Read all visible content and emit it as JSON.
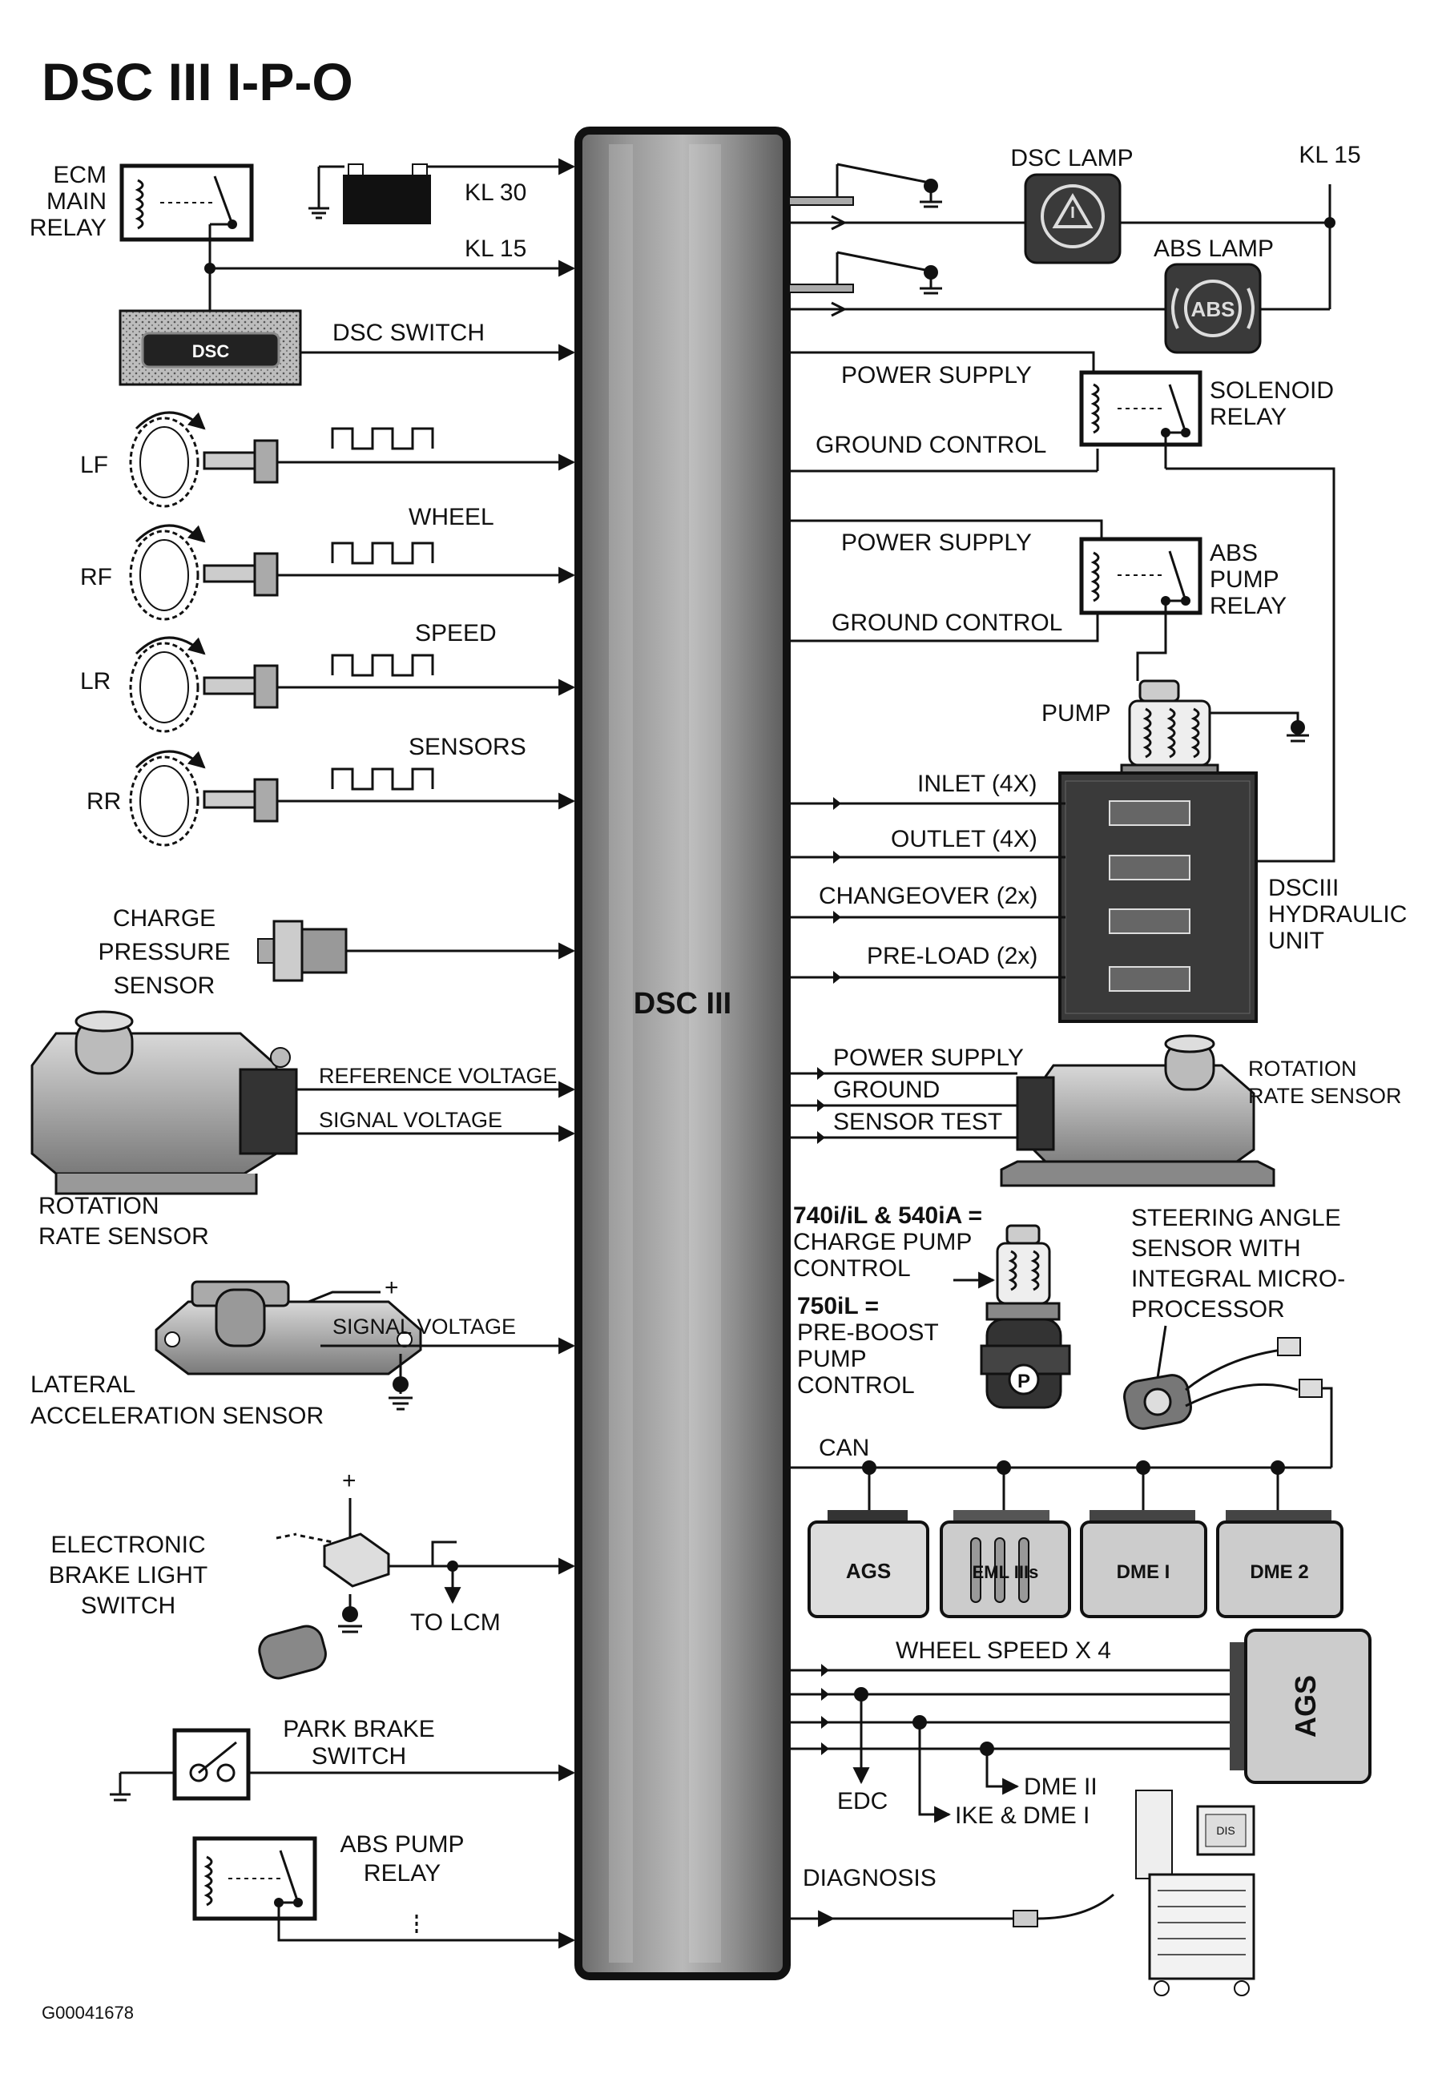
{
  "title": "DSC III I-P-O",
  "module": "DSC III",
  "figure_id": "G00041678",
  "inputs": {
    "ecm_main_relay": "ECM MAIN RELAY",
    "ecm_line1": "ECM",
    "ecm_line2": "MAIN",
    "ecm_line3": "RELAY",
    "kl30": "KL 30",
    "kl15": "KL 15",
    "dsc_switch": "DSC SWITCH",
    "dsc_button": "DSC",
    "wheel_lf": "LF",
    "wheel_rf": "RF",
    "wheel_lr": "LR",
    "wheel_rr": "RR",
    "wheel_label": "WHEEL",
    "speed_label": "SPEED",
    "sensors_label": "SENSORS",
    "charge_l1": "CHARGE",
    "charge_l2": "PRESSURE",
    "charge_l3": "SENSOR",
    "reference_voltage": "REFERENCE VOLTAGE",
    "signal_voltage": "SIGNAL VOLTAGE",
    "rot_rate_l1": "ROTATION",
    "rot_rate_l2": "RATE SENSOR",
    "plus": "+",
    "lat_signal_voltage": "SIGNAL VOLTAGE",
    "lat_l1": "LATERAL",
    "lat_l2": "ACCELERATION SENSOR",
    "brake_l1": "ELECTRONIC",
    "brake_l2": "BRAKE LIGHT",
    "brake_l3": "SWITCH",
    "to_lcm": "TO LCM",
    "park_l1": "PARK BRAKE",
    "park_l2": "SWITCH",
    "abs_pump_l1": "ABS PUMP",
    "abs_pump_l2": "RELAY"
  },
  "outputs": {
    "dsc_lamp": "DSC LAMP",
    "abs_lamp": "ABS LAMP",
    "abs_icon": "ABS",
    "kl15": "KL 15",
    "power_supply_1": "POWER SUPPLY",
    "ground_control_1": "GROUND CONTROL",
    "solenoid_l1": "SOLENOID",
    "solenoid_l2": "RELAY",
    "power_supply_2": "POWER SUPPLY",
    "ground_control_2": "GROUND CONTROL",
    "abs_pump_relay_l1": "ABS",
    "abs_pump_relay_l2": "PUMP",
    "abs_pump_relay_l3": "RELAY",
    "pump": "PUMP",
    "inlet": "INLET (4X)",
    "outlet": "OUTLET (4X)",
    "changeover": "CHANGEOVER (2x)",
    "preload": "PRE-LOAD (2x)",
    "hyd_l1": "DSCIII",
    "hyd_l2": "HYDRAULIC",
    "hyd_l3": "UNIT",
    "rr_power_supply": "POWER SUPPLY",
    "rr_ground": "GROUND",
    "rr_sensor_test": "SENSOR TEST",
    "rr_l1": "ROTATION",
    "rr_l2": "RATE SENSOR",
    "cp_l1": "740i/iL & 540iA =",
    "cp_l2": "CHARGE PUMP",
    "cp_l3": "CONTROL",
    "pb_l1": "750iL =",
    "pb_l2": "PRE-BOOST",
    "pb_l3": "PUMP",
    "pb_l4": "CONTROL",
    "steer_l1": "STEERING ANGLE",
    "steer_l2": "SENSOR WITH",
    "steer_l3": "INTEGRAL MICRO-",
    "steer_l4": "PROCESSOR",
    "can": "CAN",
    "ags": "AGS",
    "eml": "EML IIIs",
    "dme1": "DME I",
    "dme2": "DME 2",
    "wheel_speed": "WHEEL SPEED X 4",
    "ags_big": "AGS",
    "edc": "EDC",
    "dme_ii": "DME II",
    "ike_dme": "IKE & DME I",
    "diagnosis": "DIAGNOSIS",
    "dis": "DIS"
  }
}
